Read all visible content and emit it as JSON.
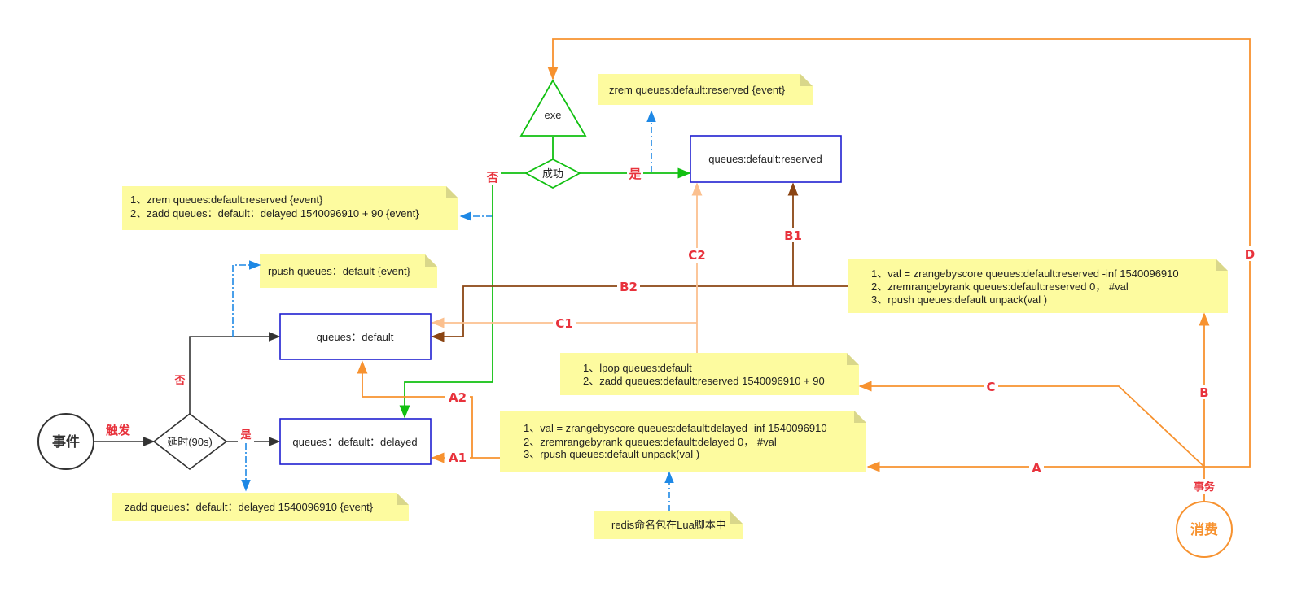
{
  "colors": {
    "black": "#333333",
    "green": "#11c011",
    "blue": "#1f1fd0",
    "orange": "#f7922f",
    "peach": "#fbc08f",
    "brown": "#8b4513",
    "dashblue": "#1e88e5",
    "red": "#e8323c",
    "note_fill": "#fdfb9f",
    "note_fold": "#d9d78a"
  },
  "nodes": {
    "event": "事件",
    "delay_decision": "延时(90s)",
    "queue_default": "queues：default",
    "queue_delayed": "queues：default：delayed",
    "queue_reserved": "queues:default:reserved",
    "exe": "exe",
    "success_decision": "成功",
    "consume": "消费"
  },
  "notes": {
    "zadd_delayed": [
      "zadd queues：default：delayed 1540096910  {event}"
    ],
    "rpush_default": [
      "rpush  queues：default  {event}"
    ],
    "fail_handling": [
      "1、zrem queues:default:reserved {event}",
      "2、zadd queues：default：delayed 1540096910 + 90  {event}"
    ],
    "zrem_reserved": [
      "zrem queues:default:reserved {event}"
    ],
    "reserved_migrate": [
      "1、val = zrangebyscore queues:default:reserved  -inf  1540096910",
      "2、zremrangebyrank  queues:default:reserved 0， #val",
      "3、rpush queues:default  unpack(val )"
    ],
    "lpop_default": [
      "1、lpop queues:default",
      "2、zadd queues:default:reserved 1540096910 + 90"
    ],
    "delayed_migrate": [
      "1、val = zrangebyscore queues:default:delayed  -inf  1540096910",
      "2、zremrangebyrank  queues:default:delayed 0， #val",
      "3、rpush queues:default  unpack(val )"
    ],
    "lua_note": [
      "redis命名包在Lua脚本中"
    ]
  },
  "labels": {
    "trigger": "触发",
    "yes_delay": "是",
    "no_delay": "否",
    "no_success": "否",
    "yes_success": "是",
    "transaction": "事务",
    "A": "A",
    "A1": "A1",
    "A2": "A2",
    "B": "B",
    "B1": "B1",
    "B2": "B2",
    "C": "C",
    "C1": "C1",
    "C2": "C2",
    "D": "D"
  }
}
